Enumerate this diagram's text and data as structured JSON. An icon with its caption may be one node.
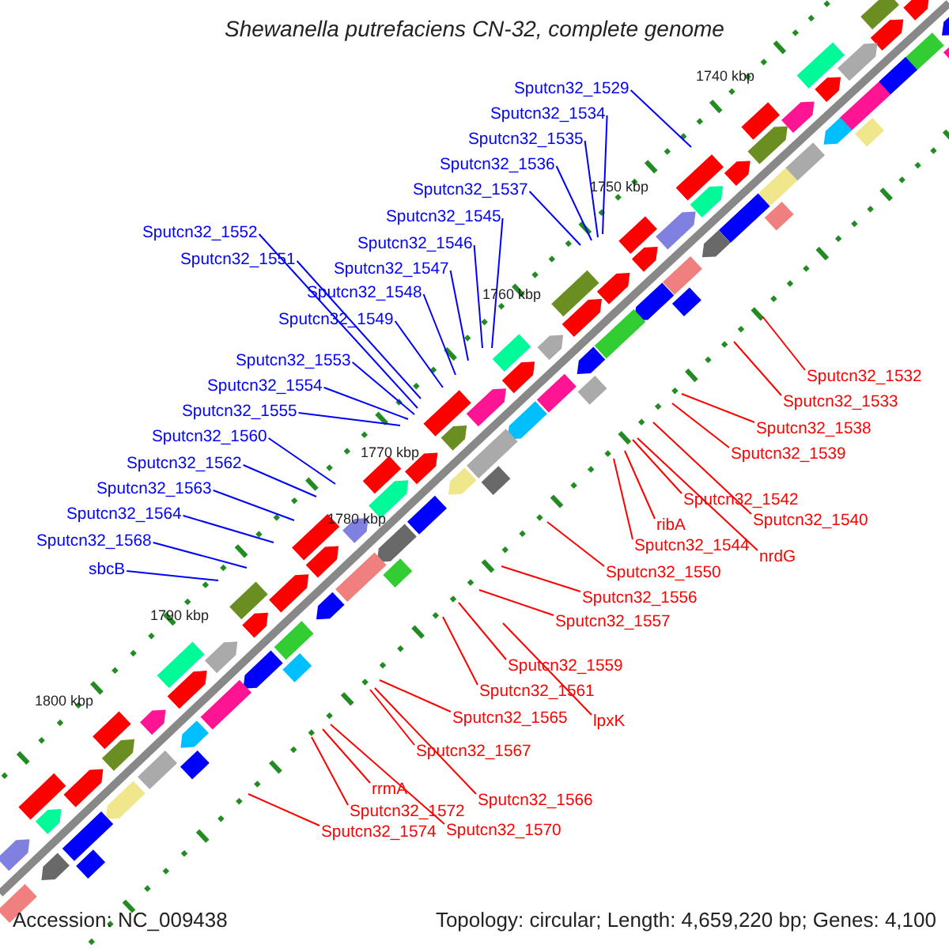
{
  "diagram": {
    "title": "Shewanella putrefaciens CN-32, complete genome",
    "nodes": [
      {
        "text": [
          "Sputcn32_1529"
        ]
      },
      {
        "text": [
          "Sputcn32_1534"
        ]
      },
      {
        "text": [
          "Sputcn32_1535"
        ]
      },
      {
        "text": [
          "Sputcn32_1536"
        ]
      },
      {
        "text": [
          "Sputcn32_1537"
        ]
      },
      {
        "text": [
          "Sputcn32_1545"
        ]
      },
      {
        "text": [
          "Sputcn32_1552"
        ]
      },
      {
        "text": [
          "Sputcn32_1546"
        ]
      },
      {
        "text": [
          "Sputcn32_1551"
        ]
      },
      {
        "text": [
          "Sputcn32_1547"
        ]
      },
      {
        "text": [
          "Sputcn32_1548"
        ]
      },
      {
        "text": [
          "Sputcn32_1549"
        ]
      },
      {
        "text": [
          "Sputcn32_1553"
        ]
      },
      {
        "text": [
          "Sputcn32_1554"
        ]
      },
      {
        "text": [
          "Sputcn32_1555"
        ]
      },
      {
        "text": [
          "Sputcn32_1560"
        ]
      },
      {
        "text": [
          "Sputcn32_1562"
        ]
      },
      {
        "text": [
          "Sputcn32_1563"
        ]
      },
      {
        "text": [
          "Sputcn32_1564"
        ]
      },
      {
        "text": [
          "Sputcn32_1568"
        ]
      },
      {
        "text": [
          "sbcB"
        ]
      },
      {
        "text": [
          "Sputcn32_1532"
        ]
      },
      {
        "text": [
          "Sputcn32_1533"
        ]
      },
      {
        "text": [
          "Sputcn32_1538"
        ]
      },
      {
        "text": [
          "Sputcn32_1539"
        ]
      },
      {
        "text": [
          "Sputcn32_1542"
        ]
      },
      {
        "text": [
          "Sputcn32_1540"
        ]
      },
      {
        "text": [
          "ribA"
        ]
      },
      {
        "text": [
          "Sputcn32_1544"
        ]
      },
      {
        "text": [
          "nrdG"
        ]
      },
      {
        "text": [
          "Sputcn32_1550"
        ]
      },
      {
        "text": [
          "Sputcn32_1556"
        ]
      },
      {
        "text": [
          "Sputcn32_1557"
        ]
      },
      {
        "text": [
          "Sputcn32_1559"
        ]
      },
      {
        "text": [
          "Sputcn32_1561"
        ]
      },
      {
        "text": [
          "Sputcn32_1565"
        ]
      },
      {
        "text": [
          "lpxK"
        ]
      },
      {
        "text": [
          "Sputcn32_1567"
        ]
      },
      {
        "text": [
          "rrmA"
        ]
      },
      {
        "text": [
          "Sputcn32_1566"
        ]
      },
      {
        "text": [
          "Sputcn32_1572"
        ]
      },
      {
        "text": [
          "Sputcn32_1570"
        ]
      },
      {
        "text": [
          "Sputcn32_1574"
        ]
      }
    ],
    "edges": [
      {
        "from": 0,
        "to": null,
        "arrow": "none",
        "color": "#0000ff"
      },
      {
        "from": 1,
        "to": null,
        "arrow": "none",
        "color": "#0000ff"
      },
      {
        "from": 2,
        "to": null,
        "arrow": "none",
        "color": "#0000ff"
      },
      {
        "from": 3,
        "to": null,
        "arrow": "none",
        "color": "#0000ff"
      },
      {
        "from": 4,
        "to": null,
        "arrow": "none",
        "color": "#0000ff"
      },
      {
        "from": 5,
        "to": null,
        "arrow": "none",
        "color": "#0000ff"
      },
      {
        "from": 6,
        "to": null,
        "arrow": "none",
        "color": "#0000ff"
      },
      {
        "from": 7,
        "to": null,
        "arrow": "none",
        "color": "#0000ff"
      },
      {
        "from": 8,
        "to": null,
        "arrow": "none",
        "color": "#0000ff"
      },
      {
        "from": 9,
        "to": null,
        "arrow": "none",
        "color": "#0000ff"
      },
      {
        "from": 10,
        "to": null,
        "arrow": "none",
        "color": "#0000ff"
      },
      {
        "from": 11,
        "to": null,
        "arrow": "none",
        "color": "#0000ff"
      },
      {
        "from": 12,
        "to": null,
        "arrow": "none",
        "color": "#0000ff"
      },
      {
        "from": 13,
        "to": null,
        "arrow": "none",
        "color": "#0000ff"
      },
      {
        "from": 14,
        "to": null,
        "arrow": "none",
        "color": "#0000ff"
      },
      {
        "from": 15,
        "to": null,
        "arrow": "none",
        "color": "#0000ff"
      },
      {
        "from": 16,
        "to": null,
        "arrow": "none",
        "color": "#0000ff"
      },
      {
        "from": 17,
        "to": null,
        "arrow": "none",
        "color": "#0000ff"
      },
      {
        "from": 18,
        "to": null,
        "arrow": "none",
        "color": "#0000ff"
      },
      {
        "from": 19,
        "to": null,
        "arrow": "none",
        "color": "#0000ff"
      },
      {
        "from": 20,
        "to": null,
        "arrow": "none",
        "color": "#0000ff"
      },
      {
        "from": 21,
        "to": null,
        "arrow": "none"
      },
      {
        "from": 22,
        "to": null,
        "arrow": "none"
      },
      {
        "from": 23,
        "to": null,
        "arrow": "none"
      },
      {
        "from": 24,
        "to": null,
        "arrow": "none"
      },
      {
        "from": 25,
        "to": null,
        "arrow": "none"
      },
      {
        "from": 26,
        "to": null,
        "arrow": "none"
      },
      {
        "from": 27,
        "to": null,
        "arrow": "none"
      },
      {
        "from": 28,
        "to": null,
        "arrow": "none"
      },
      {
        "from": 29,
        "to": null,
        "arrow": "none"
      },
      {
        "from": 30,
        "to": null,
        "arrow": "none"
      },
      {
        "from": 31,
        "to": null,
        "arrow": "none"
      },
      {
        "from": 32,
        "to": null,
        "arrow": "none"
      },
      {
        "from": 33,
        "to": null,
        "arrow": "none"
      },
      {
        "from": 34,
        "to": null,
        "arrow": "none"
      },
      {
        "from": 35,
        "to": null,
        "arrow": "none"
      },
      {
        "from": 36,
        "to": null,
        "arrow": "none"
      },
      {
        "from": 37,
        "to": null,
        "arrow": "none"
      },
      {
        "from": 38,
        "to": null,
        "arrow": "none"
      },
      {
        "from": 39,
        "to": null,
        "arrow": "none"
      },
      {
        "from": 40,
        "to": null,
        "arrow": "none"
      },
      {
        "from": 41,
        "to": null,
        "arrow": "none"
      },
      {
        "from": 42,
        "to": null,
        "arrow": "none"
      }
    ],
    "labels": [
      "1740 kbp",
      "1750 kbp",
      "1760 kbp",
      "1770 kbp",
      "1780 kbp",
      "1790 kbp",
      "1800 kbp",
      "Accession: NC_009438",
      "Topology: circular; Length: 4,659,220 bp; Genes: 4,100"
    ]
  }
}
